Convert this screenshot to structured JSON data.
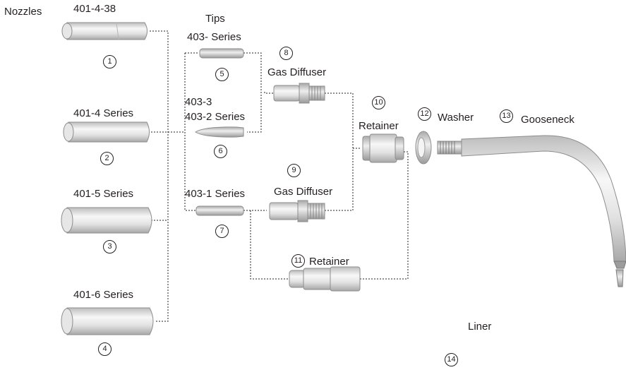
{
  "labels": {
    "nozzles": "Nozzles",
    "nozzle_1": "401-4-38",
    "nozzle_2": "401-4 Series",
    "nozzle_3": "401-5 Series",
    "nozzle_4": "401-6 Series",
    "tips_title": "Tips",
    "tips_series": "403- Series",
    "tip_6_line1": "403-3",
    "tip_6_line2": "403-2 Series",
    "tip_7": "403-1 Series",
    "gas_diffuser_8": "Gas Diffuser",
    "gas_diffuser_9": "Gas Diffuser",
    "retainer_10": "Retainer",
    "retainer_11": "Retainer",
    "washer": "Washer",
    "gooseneck": "Gooseneck",
    "liner": "Liner"
  },
  "callouts": [
    "1",
    "2",
    "3",
    "4",
    "5",
    "6",
    "7",
    "8",
    "9",
    "10",
    "11",
    "12",
    "13",
    "14"
  ],
  "colors": {
    "line": "#231f20",
    "part_light": "#f2f2f2",
    "part_mid": "#d4d4d4",
    "part_dark": "#9a9a9a"
  }
}
